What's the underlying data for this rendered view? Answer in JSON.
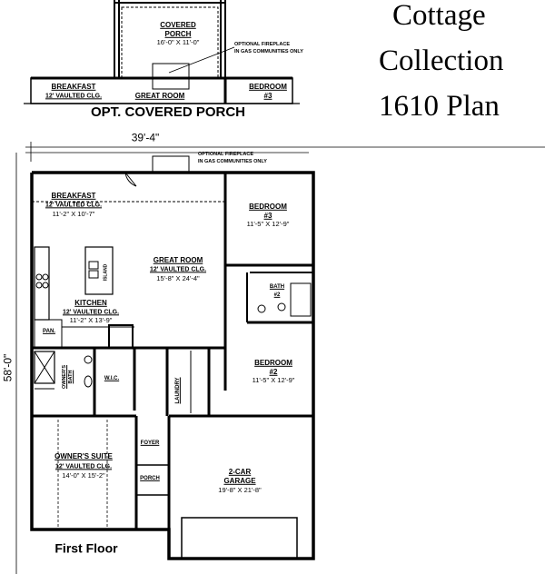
{
  "title": {
    "line1": "Cottage",
    "line2": "Collection",
    "line3": "1610 Plan"
  },
  "optional_porch": {
    "heading": "OPT. COVERED PORCH",
    "covered_porch": {
      "name_line1": "COVERED",
      "name_line2": "PORCH",
      "size": "16'-0\" X 11'-0\""
    },
    "fireplace_note_line1": "OPTIONAL FIREPLACE",
    "fireplace_note_line2": "IN GAS COMMUNITIES ONLY",
    "breakfast": {
      "name": "BREAKFAST",
      "ceiling": "12' VAULTED CLG."
    },
    "great_room": {
      "name": "GREAT ROOM"
    },
    "bedroom": {
      "name": "BEDROOM",
      "number": "#3"
    }
  },
  "dimensions": {
    "width": "39'-4\"",
    "depth": "58'-0\""
  },
  "fireplace_note": {
    "line1": "OPTIONAL FIREPLACE",
    "line2": "IN GAS COMMUNITIES ONLY"
  },
  "rooms": {
    "breakfast": {
      "name": "BREAKFAST",
      "ceiling": "12' VAULTED CLG.",
      "size": "11'-2\" X 10'-7\""
    },
    "great_room": {
      "name": "GREAT ROOM",
      "ceiling": "12' VAULTED CLG.",
      "size": "15'-8\" X 24'-4\""
    },
    "bedroom3": {
      "name": "BEDROOM",
      "number": "#3",
      "size": "11'-5\" X 12'-9\""
    },
    "island": {
      "name": "ISLAND"
    },
    "kitchen": {
      "name": "KITCHEN",
      "ceiling": "12' VAULTED CLG.",
      "size": "11'-2\" X 13'-9\""
    },
    "pantry": {
      "name": "PAN."
    },
    "bath2": {
      "name": "BATH",
      "number": "#2"
    },
    "owners_bath": {
      "name_line1": "OWNER'S",
      "name_line2": "BATH"
    },
    "wic": {
      "name": "W.I.C."
    },
    "laundry": {
      "name": "LAUNDRY"
    },
    "bedroom2": {
      "name": "BEDROOM",
      "number": "#2",
      "size": "11'-5\" X 12'-9\""
    },
    "foyer": {
      "name": "FOYER"
    },
    "porch": {
      "name": "PORCH"
    },
    "owners_suite": {
      "name": "OWNER'S SUITE",
      "ceiling": "12' VAULTED CLG.",
      "size": "14'-0\" X 15'-2\""
    },
    "garage": {
      "name_line1": "2-CAR",
      "name_line2": "GARAGE",
      "size": "19'-8\" X 21'-8\""
    }
  },
  "floor_label": "First Floor"
}
